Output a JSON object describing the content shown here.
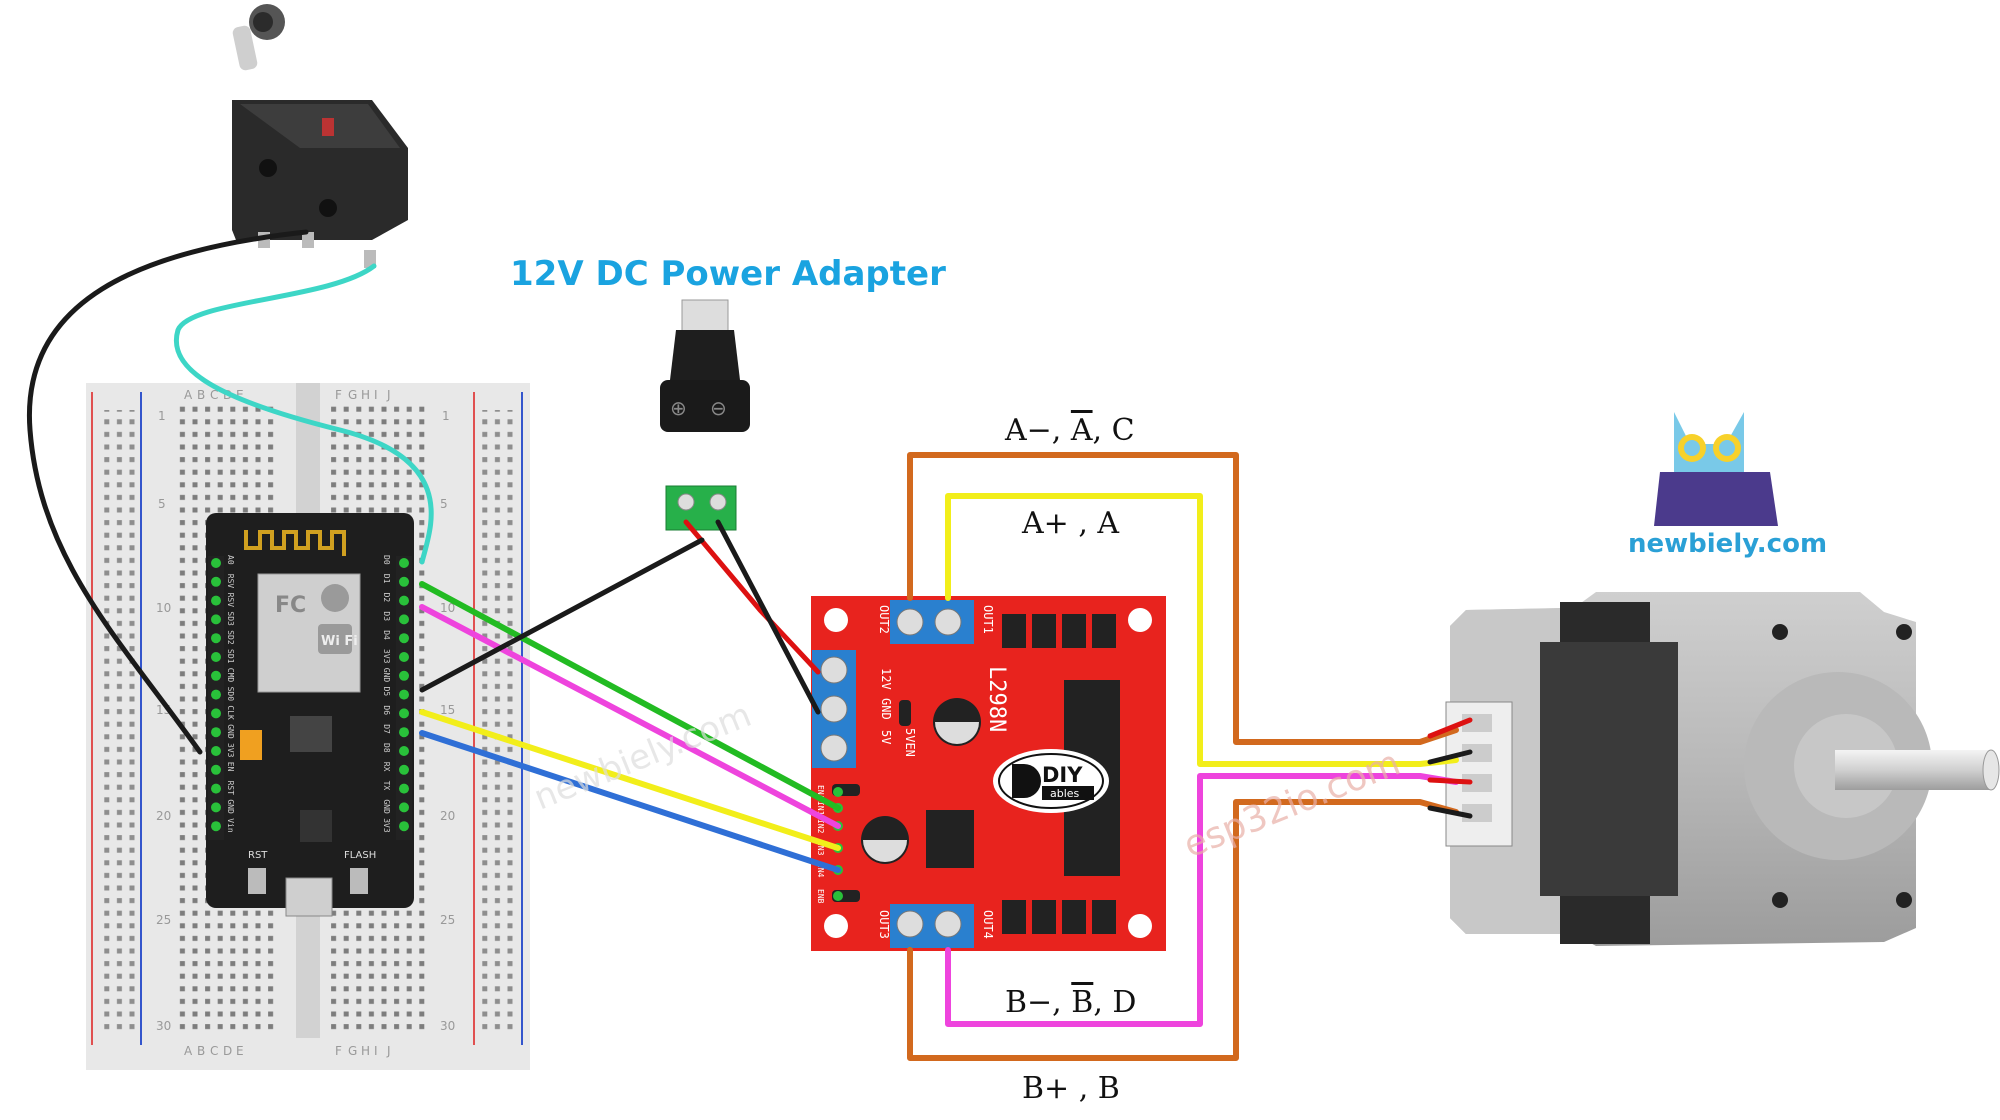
{
  "power_adapter": {
    "label": "12V DC Power Adapter",
    "plus": "⊕",
    "minus": "⊖"
  },
  "coils": {
    "a_minus": {
      "prefix": "A−, ",
      "overline": "A",
      "suffix": ", C"
    },
    "a_plus": "A+ , A",
    "b_minus": {
      "prefix": "B−, ",
      "overline": "B",
      "suffix": ", D"
    },
    "b_plus": "B+ , B"
  },
  "logo": {
    "text": "newbiely.com"
  },
  "watermarks": [
    "newbiely.com",
    "esp32io.com"
  ],
  "breadboard": {
    "columns_left": [
      "A",
      "B",
      "C",
      "D",
      "E"
    ],
    "columns_right": [
      "F",
      "G",
      "H",
      "I",
      "J"
    ],
    "row_numbers": [
      "1",
      "5",
      "10",
      "15",
      "20",
      "25",
      "30"
    ]
  },
  "esp8266": {
    "shield_label": "Wi Fi",
    "fc_mark": "FC",
    "left_pins": [
      "A0",
      "RSV",
      "RSV",
      "SD3",
      "SD2",
      "SD1",
      "CMD",
      "SD0",
      "CLK",
      "GND",
      "3V3",
      "EN",
      "RST",
      "GND",
      "Vin"
    ],
    "right_pins": [
      "D0",
      "D1",
      "D2",
      "D3",
      "D4",
      "3V3",
      "GND",
      "D5",
      "D6",
      "D7",
      "D8",
      "RX",
      "TX",
      "GND",
      "3V3"
    ],
    "rst_label": "RST",
    "flash_label": "FLASH"
  },
  "l298n": {
    "chip": "L298N",
    "brand": "DIY",
    "brand_sub": "ables",
    "out1": "OUT1",
    "out2": "OUT2",
    "out3": "OUT3",
    "out4": "OUT4",
    "power_labels": [
      "12V",
      "GND",
      "5V"
    ],
    "enable_label": "5VEN",
    "input_labels": [
      "ENA",
      "IN1",
      "IN2",
      "IN3",
      "IN4",
      "ENB"
    ]
  },
  "colors": {
    "orange_wire": "#d2691e",
    "yellow_wire": "#f2ee1a",
    "pink_wire": "#ee44dd",
    "green_wire": "#22bb22",
    "blue_wire": "#2f6fd6",
    "cyan_wire": "#3dd6c6",
    "black_wire": "#1a1a1a",
    "red_wire": "#dd1111",
    "title_blue": "#1aa3e0",
    "board_red": "#e8231e"
  }
}
